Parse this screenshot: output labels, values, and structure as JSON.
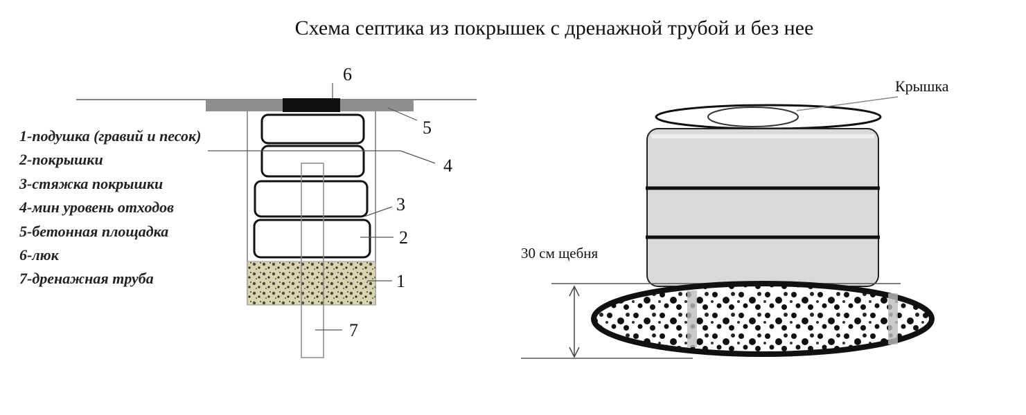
{
  "title": "Схема септика из покрышек с дренажной трубой и без нее",
  "legend": [
    "1-подушка (гравий и песок)",
    "2-покрышки",
    "3-стяжка покрышки",
    "4-мин уровень отходов",
    "5-бетонная площадка",
    "6-люк",
    "7-дренажная труба"
  ],
  "left_labels": {
    "n1": "1",
    "n2": "2",
    "n3": "3",
    "n4": "4",
    "n5": "5",
    "n6": "6",
    "n7": "7"
  },
  "right_labels": {
    "lid": "Крышка",
    "gravel": "30 см щебня"
  }
}
